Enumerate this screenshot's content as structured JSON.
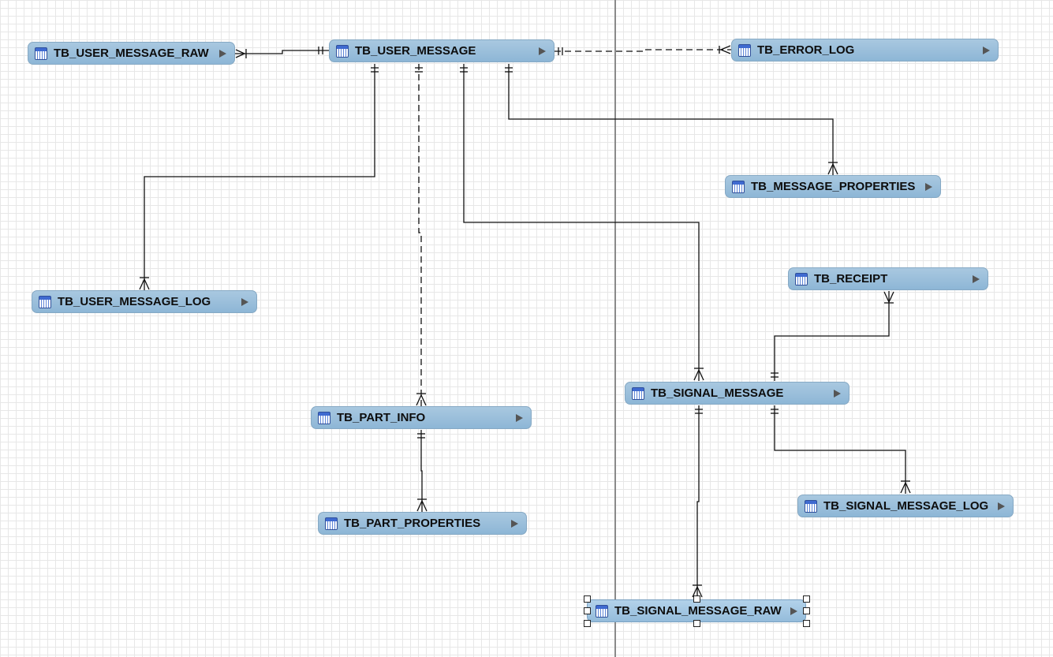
{
  "tables": [
    {
      "id": "user_message_raw",
      "name": "TB_USER_MESSAGE_RAW",
      "icon": "table-icon"
    },
    {
      "id": "user_message",
      "name": "TB_USER_MESSAGE",
      "icon": "table-icon"
    },
    {
      "id": "error_log",
      "name": "TB_ERROR_LOG",
      "icon": "table-icon"
    },
    {
      "id": "message_properties",
      "name": "TB_MESSAGE_PROPERTIES",
      "icon": "table-icon"
    },
    {
      "id": "user_message_log",
      "name": "TB_USER_MESSAGE_LOG",
      "icon": "table-icon"
    },
    {
      "id": "receipt",
      "name": "TB_RECEIPT",
      "icon": "table-icon"
    },
    {
      "id": "signal_message",
      "name": "TB_SIGNAL_MESSAGE",
      "icon": "table-icon"
    },
    {
      "id": "part_info",
      "name": "TB_PART_INFO",
      "icon": "table-icon"
    },
    {
      "id": "signal_message_log",
      "name": "TB_SIGNAL_MESSAGE_LOG",
      "icon": "table-icon"
    },
    {
      "id": "part_properties",
      "name": "TB_PART_PROPERTIES",
      "icon": "table-icon"
    },
    {
      "id": "signal_message_raw",
      "name": "TB_SIGNAL_MESSAGE_RAW",
      "icon": "table-icon",
      "selected": true
    }
  ],
  "relationships": [
    {
      "from": "user_message_raw",
      "to": "user_message",
      "style": "solid"
    },
    {
      "from": "user_message",
      "to": "error_log",
      "style": "dashed"
    },
    {
      "from": "user_message",
      "to": "user_message_log",
      "style": "solid"
    },
    {
      "from": "user_message",
      "to": "part_info",
      "style": "dashed"
    },
    {
      "from": "user_message",
      "to": "signal_message",
      "style": "solid"
    },
    {
      "from": "user_message",
      "to": "message_properties",
      "style": "solid"
    },
    {
      "from": "signal_message",
      "to": "receipt",
      "style": "solid"
    },
    {
      "from": "signal_message",
      "to": "signal_message_raw",
      "style": "solid"
    },
    {
      "from": "signal_message",
      "to": "signal_message_log",
      "style": "solid"
    },
    {
      "from": "part_info",
      "to": "part_properties",
      "style": "solid"
    }
  ]
}
